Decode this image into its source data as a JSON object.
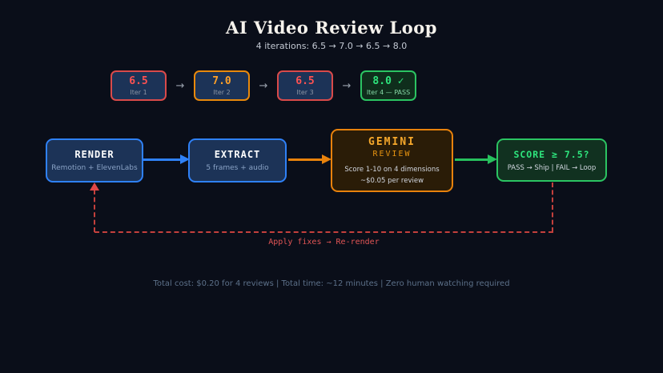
{
  "title": "AI Video Review Loop",
  "subtitle": "4 iterations: 6.5 → 7.0 → 6.5 → 8.0",
  "icons": {
    "small_arrow": "→",
    "check": "✓"
  },
  "iterations": [
    {
      "score": "6.5",
      "label": "Iter 1",
      "accent": "#ff5252",
      "border": "#d94a4a"
    },
    {
      "score": "7.0",
      "label": "Iter 2",
      "accent": "#ffa028",
      "border": "#e8890c"
    },
    {
      "score": "6.5",
      "label": "Iter 3",
      "accent": "#ff5252",
      "border": "#d94a4a"
    },
    {
      "score": "8.0 ✓",
      "label": "Iter 4 — PASS",
      "accent": "#2ee57d",
      "border": "#2bc462"
    }
  ],
  "flow": {
    "render": {
      "title": "RENDER",
      "subtitle": "Remotion + ElevenLabs"
    },
    "extract": {
      "title": "EXTRACT",
      "subtitle": "5 frames + audio"
    },
    "gemini": {
      "title": "GEMINI",
      "subtitle": "REVIEW",
      "line1": "Score 1-10 on 4 dimensions",
      "line2": "~$0.05 per review"
    },
    "score": {
      "title": "SCORE ≥ 7.5?",
      "subtitle": "PASS → Ship | FAIL → Loop"
    }
  },
  "loop_label": "Apply fixes → Re-render",
  "footer": "Total cost: $0.20 for 4 reviews | Total time: ~12 minutes | Zero human watching required",
  "colors": {
    "background": "#0a0e19",
    "blue": "#2f81f7",
    "orange": "#e8820c",
    "green": "#27c05d",
    "red": "#d94a4a",
    "loop_red": "#c4403c"
  }
}
